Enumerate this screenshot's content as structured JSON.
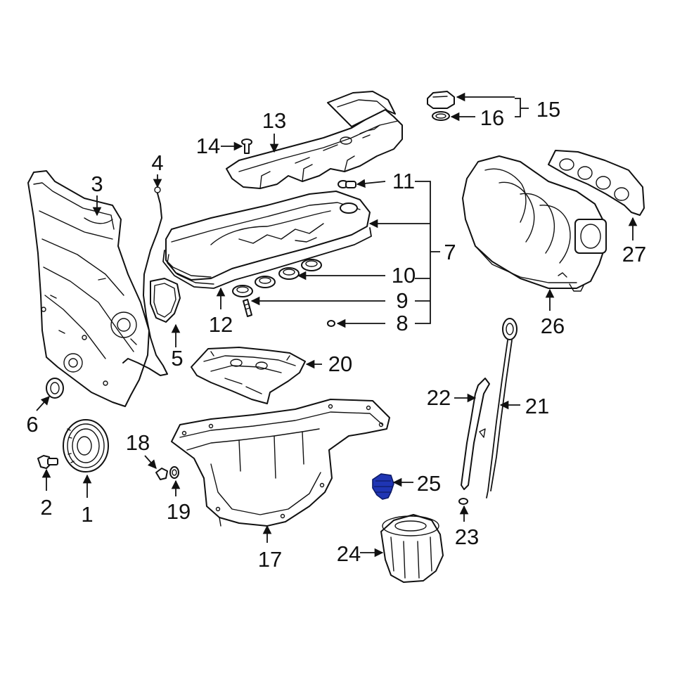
{
  "diagram": {
    "highlight_color": "#1f35b4",
    "highlighted_part": "25",
    "callouts": {
      "c1": "1",
      "c2": "2",
      "c3": "3",
      "c4": "4",
      "c5": "5",
      "c6": "6",
      "c7": "7",
      "c8": "8",
      "c9": "9",
      "c10": "10",
      "c11": "11",
      "c12": "12",
      "c13": "13",
      "c14": "14",
      "c15": "15",
      "c16": "16",
      "c17": "17",
      "c18": "18",
      "c19": "19",
      "c20": "20",
      "c21": "21",
      "c22": "22",
      "c23": "23",
      "c24": "24",
      "c25": "25",
      "c26": "26",
      "c27": "27"
    }
  }
}
